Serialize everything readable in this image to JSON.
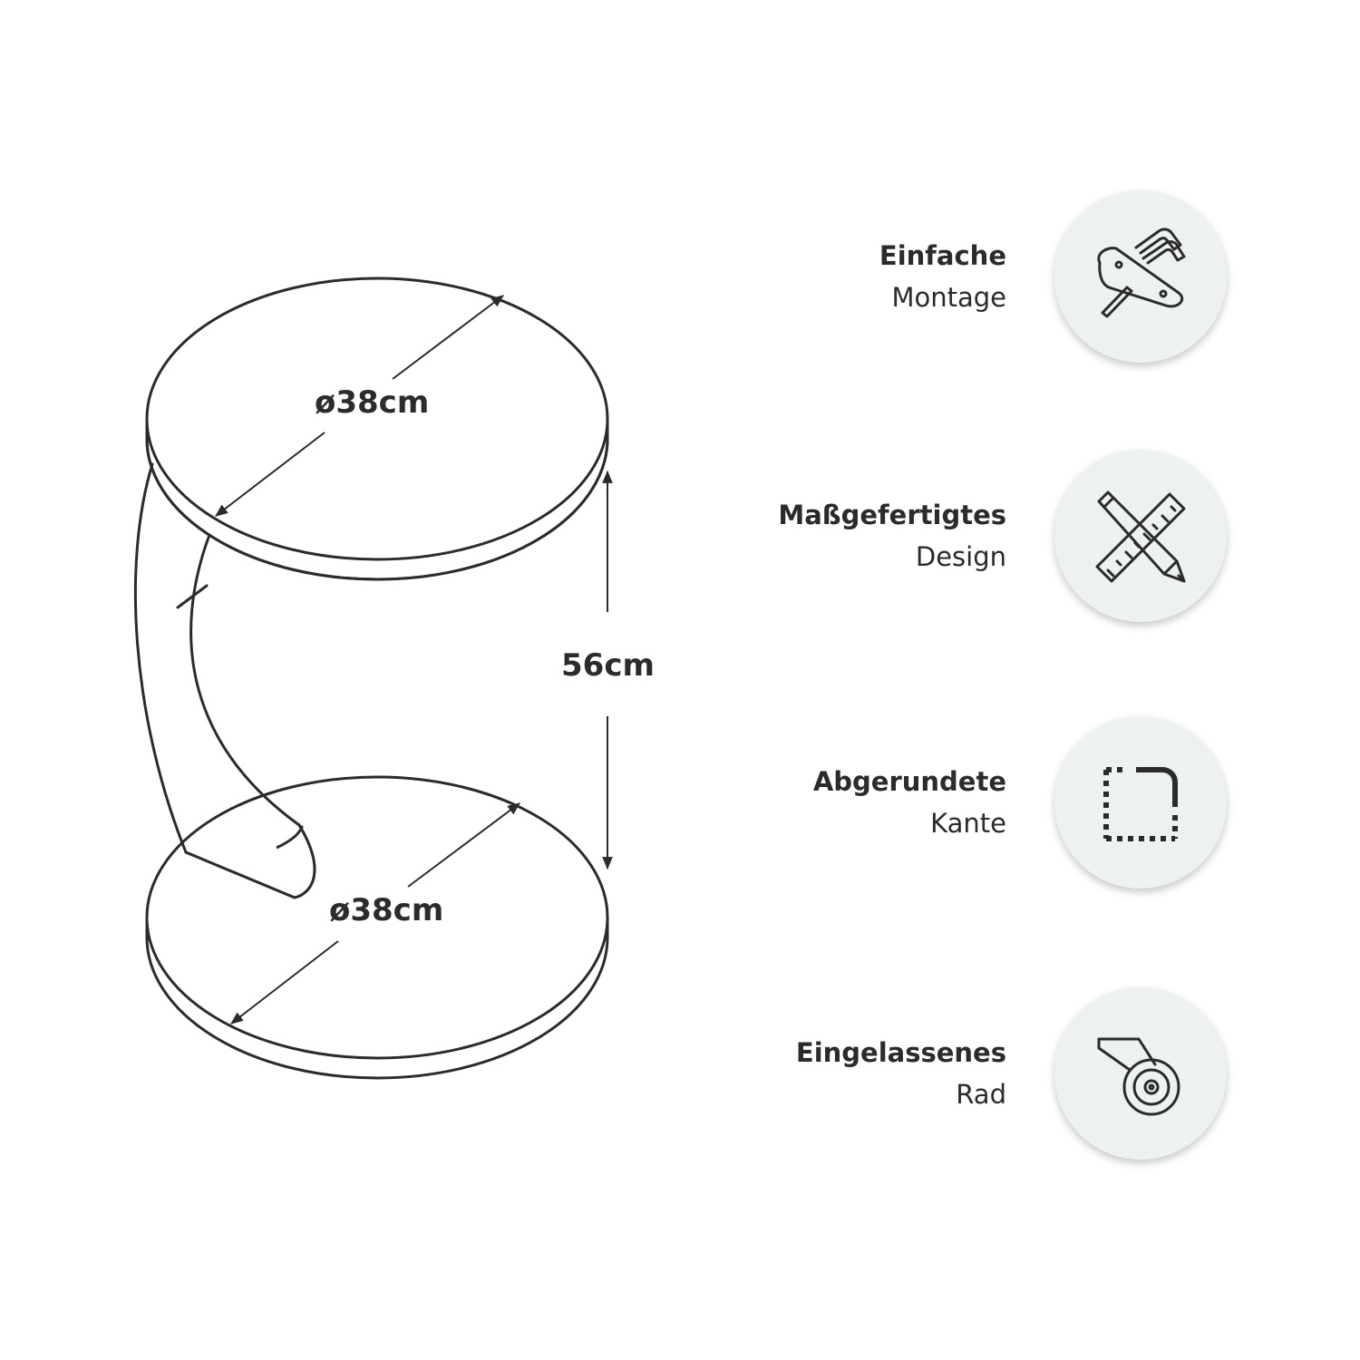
{
  "dimensions": {
    "top_diameter": "ø38cm",
    "height": "56cm",
    "bottom_diameter": "ø38cm"
  },
  "features": [
    {
      "title": "Einfache",
      "subtitle": "Montage",
      "icon": "hex-key-icon"
    },
    {
      "title": "Maßgefertigtes",
      "subtitle": "Design",
      "icon": "pencil-ruler-icon"
    },
    {
      "title": "Abgerundete",
      "subtitle": "Kante",
      "icon": "rounded-corner-icon"
    },
    {
      "title": "Eingelassenes",
      "subtitle": "Rad",
      "icon": "caster-wheel-icon"
    }
  ],
  "colors": {
    "line": "#2b2b2b",
    "circle_bg": "#eef1f2"
  }
}
